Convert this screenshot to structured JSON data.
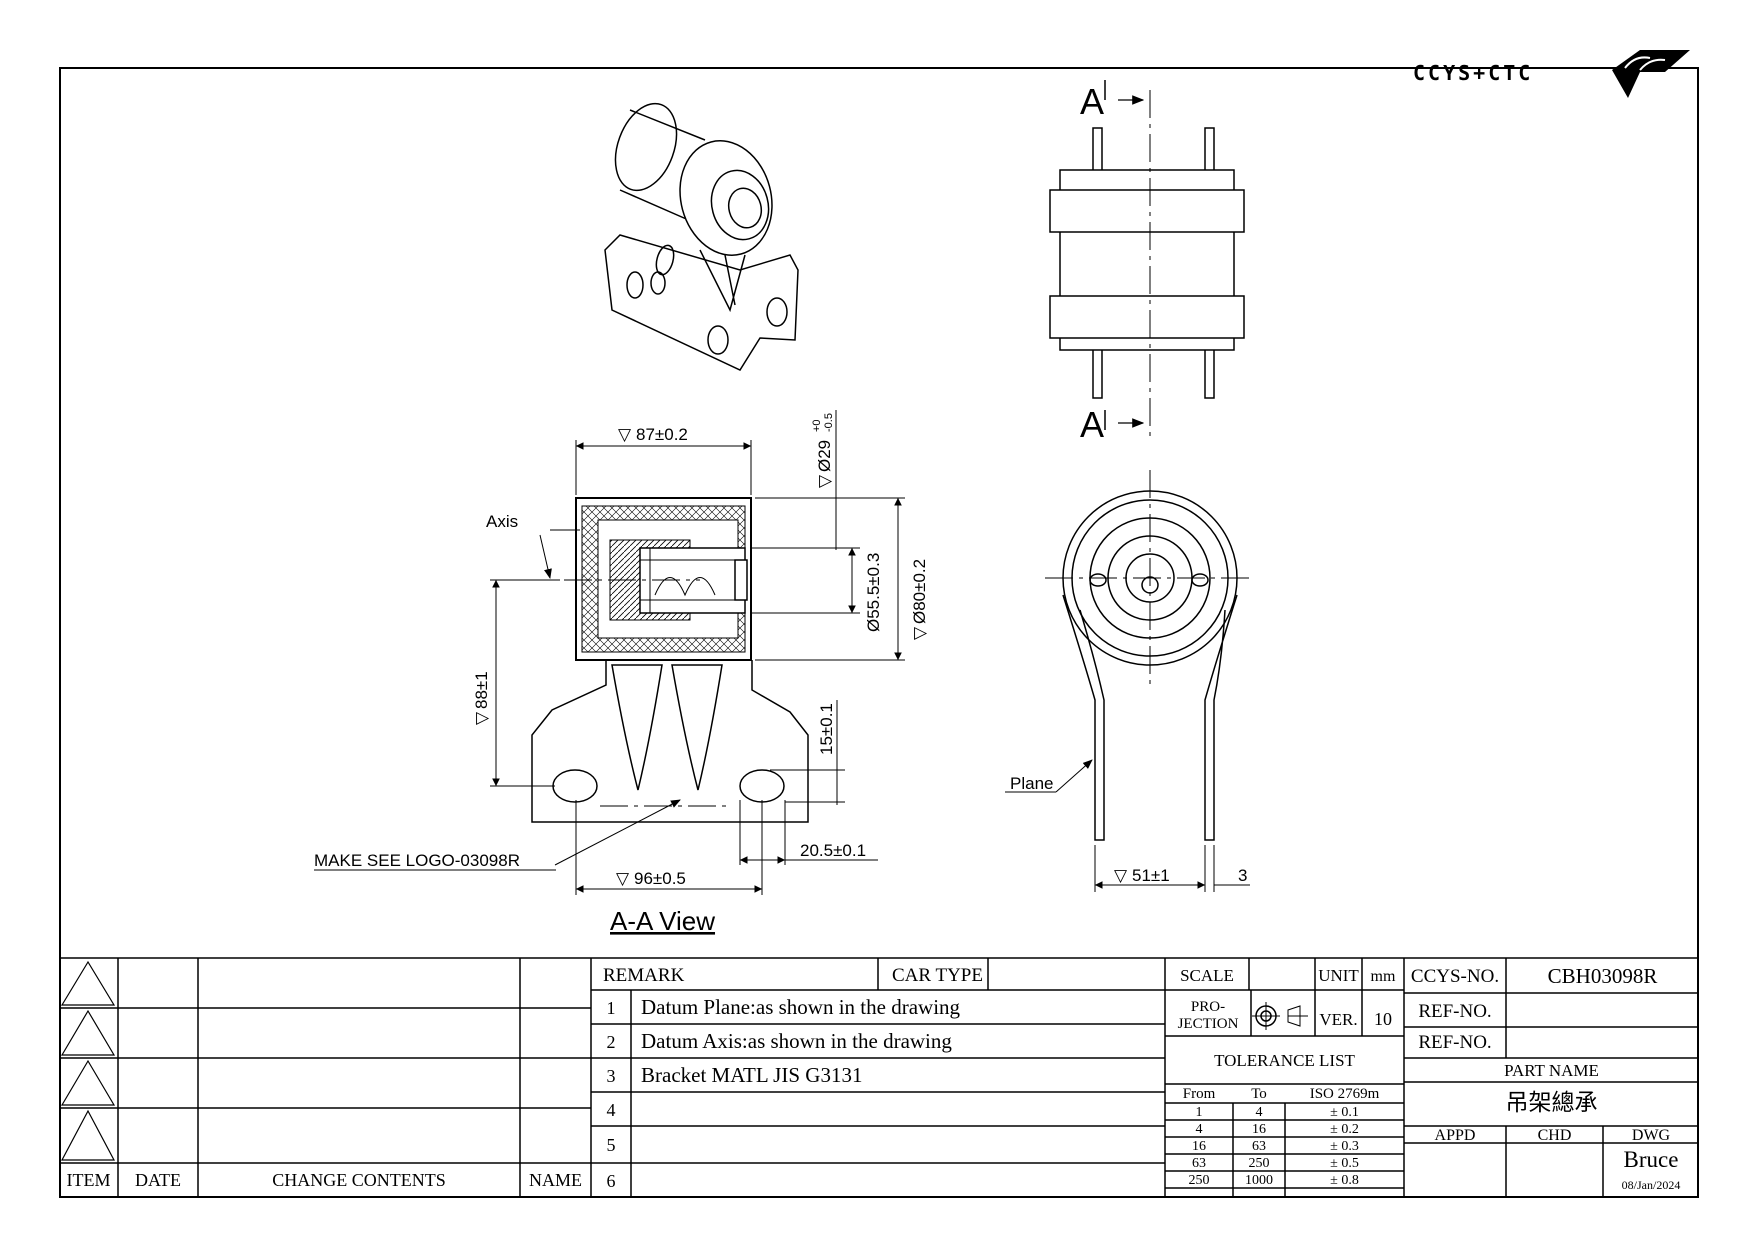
{
  "logo": {
    "text": "CCYS+CTC"
  },
  "views": {
    "section_marker": "A",
    "section_title": "A-A View",
    "labels": {
      "axis": "Axis",
      "plane": "Plane",
      "logo_note": "MAKE SEE LOGO-03098R"
    },
    "dimensions": {
      "top_width": "87±0.2",
      "inner_dia_base": "Ø29",
      "inner_dia_tol_upper": "+0",
      "inner_dia_tol_lower": "-0.5",
      "mid_dia": "Ø55.5±0.3",
      "outer_dia": "Ø80±0.2",
      "height": "88±1",
      "hole_height": "15±0.1",
      "hole_spacing": "96±0.5",
      "hole_width": "20.5±0.1",
      "side_width": "51±1",
      "side_thickness": "3"
    }
  },
  "revision_table": {
    "headers": {
      "item": "ITEM",
      "date": "DATE",
      "contents": "CHANGE CONTENTS",
      "name": "NAME"
    }
  },
  "remarks": {
    "header": "REMARK",
    "car_type_label": "CAR TYPE",
    "car_type_value": "",
    "rows": [
      {
        "no": "1",
        "text": "Datum Plane:as shown in the drawing"
      },
      {
        "no": "2",
        "text": "Datum Axis:as shown in the drawing"
      },
      {
        "no": "3",
        "text": "Bracket MATL JIS G3131"
      },
      {
        "no": "4",
        "text": ""
      },
      {
        "no": "5",
        "text": ""
      },
      {
        "no": "6",
        "text": ""
      }
    ]
  },
  "scale_block": {
    "scale_label": "SCALE",
    "scale_value": "",
    "unit_label": "UNIT",
    "unit_value": "mm",
    "projection_label_1": "PRO-",
    "projection_label_2": "JECTION",
    "ver_label": "VER.",
    "ver_value": "10"
  },
  "tolerance": {
    "title": "TOLERANCE LIST",
    "headers": [
      "From",
      "To",
      "ISO 2769m"
    ],
    "rows": [
      [
        "1",
        "4",
        "± 0.1"
      ],
      [
        "4",
        "16",
        "± 0.2"
      ],
      [
        "16",
        "63",
        "± 0.3"
      ],
      [
        "63",
        "250",
        "± 0.5"
      ],
      [
        "250",
        "1000",
        "± 0.8"
      ]
    ]
  },
  "part_info": {
    "ccys_no_label": "CCYS-NO.",
    "ccys_no_value": "CBH03098R",
    "ref_no_label_1": "REF-NO.",
    "ref_no_value_1": "",
    "ref_no_label_2": "REF-NO.",
    "ref_no_value_2": "",
    "part_name_label": "PART NAME",
    "part_name_value": "吊架總承",
    "appd_label": "APPD",
    "chd_label": "CHD",
    "dwg_label": "DWG",
    "dwg_name": "Bruce",
    "date": "08/Jan/2024"
  }
}
